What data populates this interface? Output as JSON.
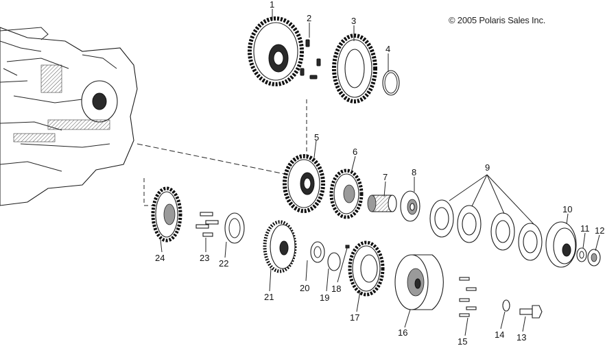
{
  "copyright": "© 2005 Polaris Sales Inc.",
  "callouts": {
    "n1": "1",
    "n2": "2",
    "n3": "3",
    "n4": "4",
    "n5": "5",
    "n6": "6",
    "n7": "7",
    "n8": "8",
    "n9": "9",
    "n10": "10",
    "n11": "11",
    "n12": "12",
    "n13": "13",
    "n14": "14",
    "n15": "15",
    "n16": "16",
    "n17": "17",
    "n18": "18",
    "n19": "19",
    "n20": "20",
    "n21": "21",
    "n22": "22",
    "n23": "23",
    "n24": "24"
  }
}
